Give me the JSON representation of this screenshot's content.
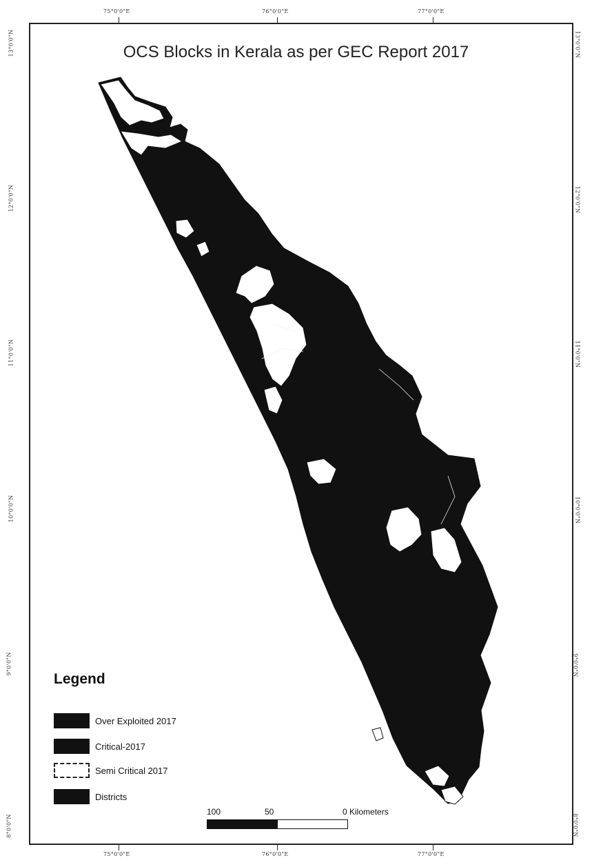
{
  "map": {
    "title": "OCS Blocks in Kerala as per GEC Report 2017",
    "lon_ticks_top": [
      "75°0'0\"E",
      "76°0'0\"E",
      "77°0'0\"E"
    ],
    "lon_ticks_bottom": [
      "75°0'0\"E",
      "76°0'0\"E",
      "77°0'0\"E"
    ],
    "lat_ticks_left": [
      "13°0'0\"N",
      "12°0'0\"N",
      "11°0'0\"N",
      "10°0'0\"N",
      "9°0'0\"N",
      "8°0'0\"N"
    ],
    "lat_ticks_right": [
      "13°0'0\"N",
      "12°0'0\"N",
      "11°0'0\"N",
      "10°0'0\"N",
      "9°0'0\"N",
      "8°0'0\"N"
    ]
  },
  "legend": {
    "title": "Legend",
    "items": [
      {
        "label": "Over Exploited 2017",
        "fill": "#111111"
      },
      {
        "label": "Critical-2017",
        "fill": "#111111"
      },
      {
        "label": "Semi Critical 2017",
        "fill": "#ffffff"
      },
      {
        "label": "Districts",
        "fill": "#111111"
      }
    ]
  },
  "scale": {
    "labels": [
      "100",
      "50",
      "0 Kilometers"
    ]
  },
  "colors": {
    "land": "#111111",
    "semi_critical": "#ffffff",
    "frame": "#222222"
  }
}
